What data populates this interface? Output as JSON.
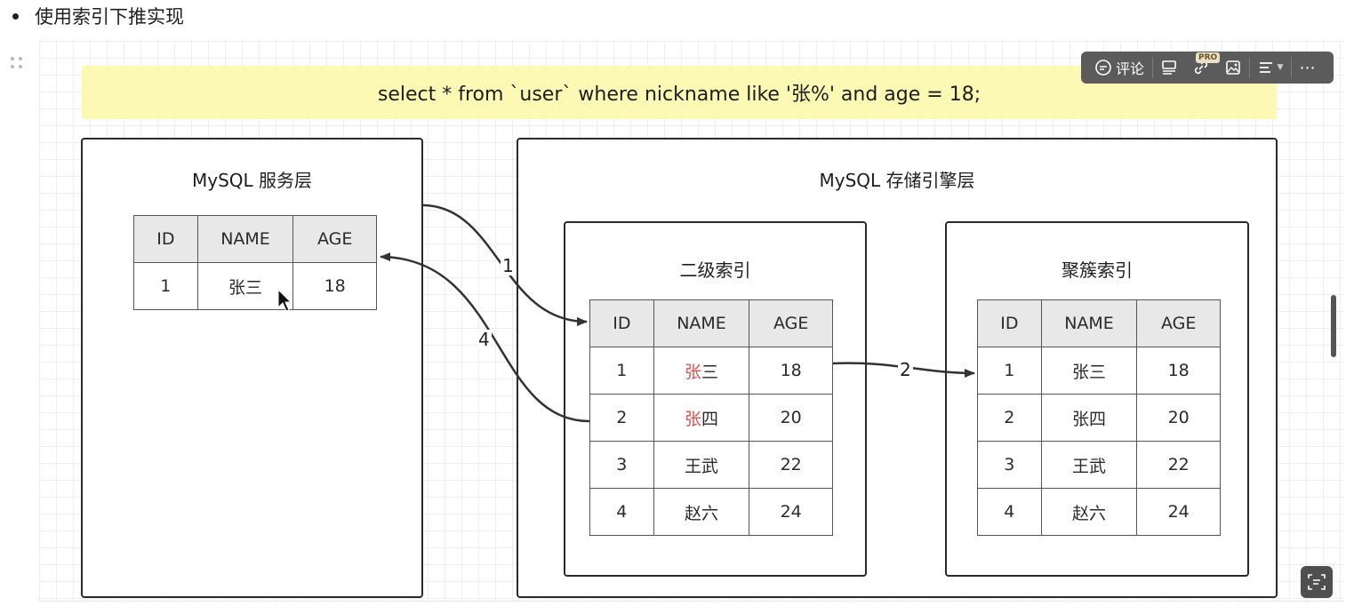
{
  "heading": "使用索引下推实现",
  "sql": "select * from `user` where nickname like '张%' and age = 18;",
  "toolbar": {
    "comment_label": "评论",
    "pro_badge": "PRO"
  },
  "server_layer": {
    "title": "MySQL 服务层",
    "headers": [
      "ID",
      "NAME",
      "AGE"
    ],
    "rows": [
      [
        "1",
        "张三",
        "18"
      ]
    ]
  },
  "storage_layer": {
    "title": "MySQL 存储引擎层"
  },
  "secondary_index": {
    "title": "二级索引",
    "headers": [
      "ID",
      "NAME",
      "AGE"
    ],
    "rows": [
      {
        "id": "1",
        "name_hl": "张",
        "name_rest": "三",
        "age": "18"
      },
      {
        "id": "2",
        "name_hl": "张",
        "name_rest": "四",
        "age": "20"
      },
      {
        "id": "3",
        "name_hl": "",
        "name_rest": "王武",
        "age": "22"
      },
      {
        "id": "4",
        "name_hl": "",
        "name_rest": "赵六",
        "age": "24"
      }
    ]
  },
  "clustered_index": {
    "title": "聚簇索引",
    "headers": [
      "ID",
      "NAME",
      "AGE"
    ],
    "rows": [
      [
        "1",
        "张三",
        "18"
      ],
      [
        "2",
        "张四",
        "20"
      ],
      [
        "3",
        "王武",
        "22"
      ],
      [
        "4",
        "赵六",
        "24"
      ]
    ]
  },
  "edges": {
    "e1": "1",
    "e2": "2",
    "e4": "4"
  },
  "colors": {
    "highlight": "#d9534f",
    "sql_bg": "#fbf9b4"
  },
  "icons": [
    "comment-icon",
    "card-icon",
    "link-icon",
    "image-icon",
    "align-icon",
    "more-icon",
    "scan-icon",
    "cursor-icon"
  ]
}
